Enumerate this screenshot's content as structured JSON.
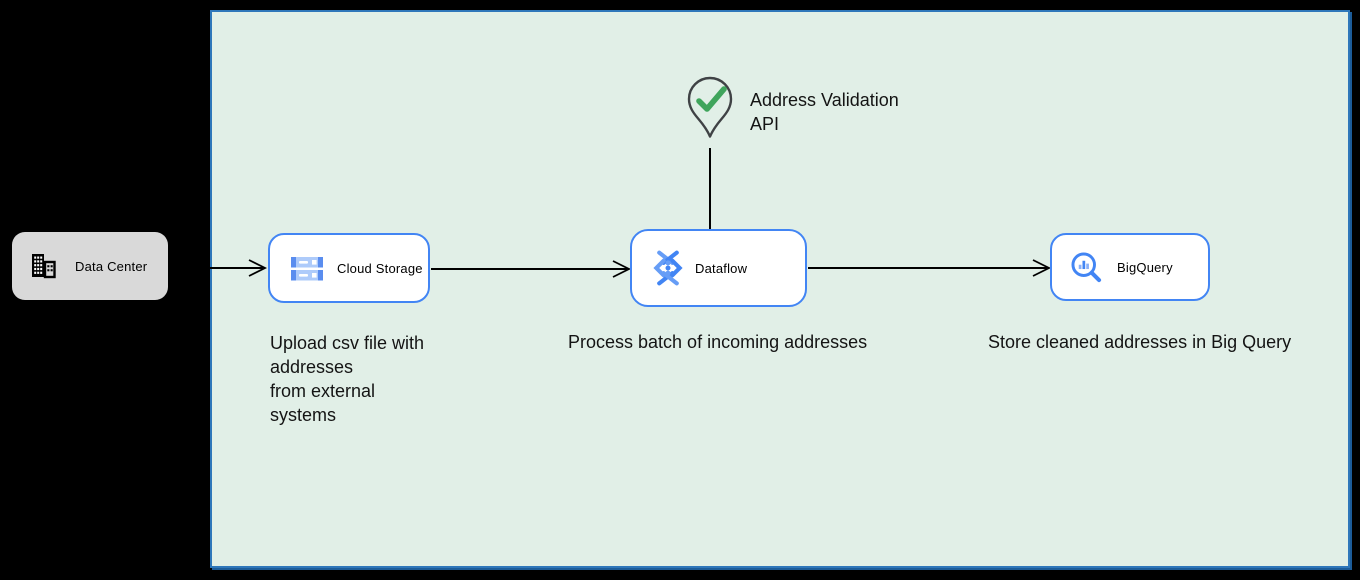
{
  "diagram": {
    "nodes": {
      "data_center": {
        "label": "Data Center"
      },
      "cloud_storage": {
        "label": "Cloud Storage"
      },
      "dataflow": {
        "label": "Dataflow"
      },
      "bigquery": {
        "label": "BigQuery"
      }
    },
    "callout": {
      "label": "Address Validation\nAPI"
    },
    "notes": {
      "upload": "Upload csv file with\naddresses\nfrom external\nsystems",
      "process": "Process batch of incoming addresses",
      "store": "Store cleaned addresses in Big Query"
    },
    "colors": {
      "page_bg": "#000000",
      "board_fill": "#e1efe7",
      "board_border": "#2e77ba",
      "node_fill": "#ffffff",
      "node_border": "#4285f4",
      "data_center_fill": "#d9d9d9",
      "icon_blue": "#4285f4",
      "icon_blue_light": "#aecbfa",
      "check_green": "#3fa55c",
      "pin_outline": "#3f4245",
      "arrow": "#000000",
      "text": "#141414"
    }
  }
}
